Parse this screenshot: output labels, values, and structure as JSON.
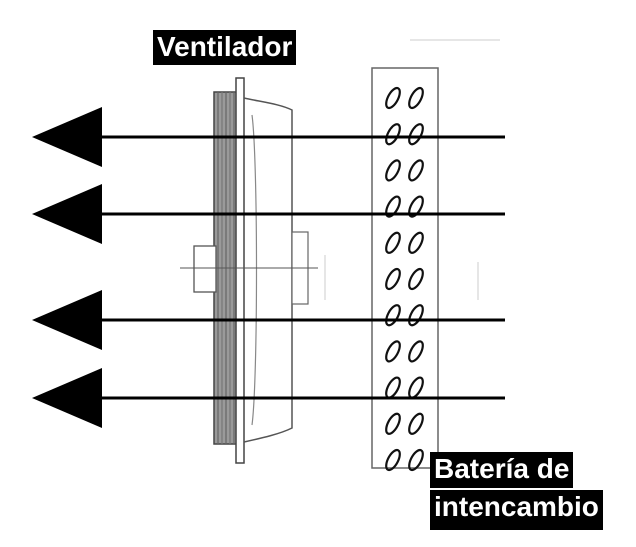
{
  "labels": {
    "fan": "Ventilador",
    "coil_line1": "Batería de",
    "coil_line2": "intencambio"
  },
  "colors": {
    "background": "#ffffff",
    "ink": "#000000",
    "label_bg": "#000000",
    "label_text": "#ffffff",
    "drawing_gray": "#555555"
  },
  "airflow": {
    "arrow_count": 4,
    "direction": "left"
  },
  "coil": {
    "tube_rows": 11,
    "tube_columns": 2
  }
}
